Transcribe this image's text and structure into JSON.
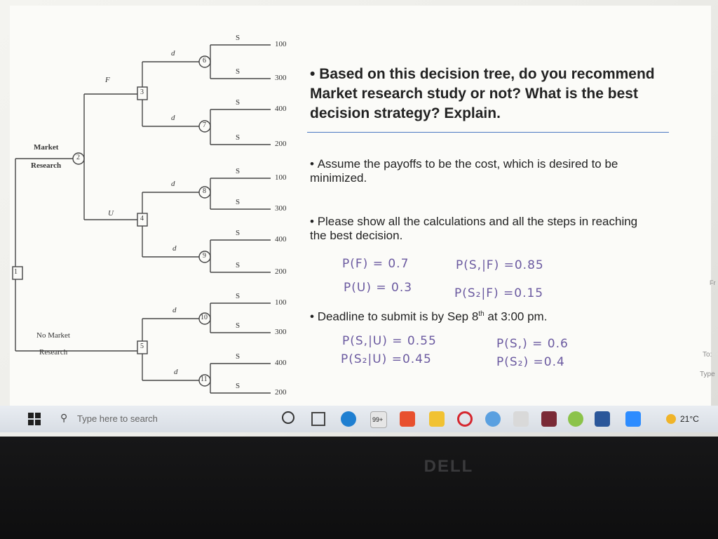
{
  "tree": {
    "decision_nodes": [
      "1",
      "3",
      "4",
      "5"
    ],
    "chance_nodes": [
      "2",
      "6",
      "7",
      "8",
      "9",
      "10",
      "11"
    ],
    "branch_labels": {
      "market": "Market",
      "research": "Research",
      "no_market": "No Market",
      "no_research": "Research",
      "f": "F",
      "u": "U",
      "d1": "d",
      "d2": "d"
    },
    "state_labels": [
      "S",
      "S",
      "S",
      "S",
      "S",
      "S",
      "S",
      "S",
      "S",
      "S",
      "S",
      "S"
    ],
    "payoffs": [
      "100",
      "300",
      "400",
      "200",
      "100",
      "300",
      "400",
      "200",
      "100",
      "300",
      "400",
      "200"
    ]
  },
  "question": {
    "line1": "Based on this decision tree, do you recommend",
    "line2": "Market research study or not? What is the best",
    "line3": "decision strategy? Explain."
  },
  "bullets": {
    "assume_1": "Assume the payoffs to be the cost, which is desired to be",
    "assume_2": "minimized.",
    "calc_1": "Please show all the calculations and all the steps in reaching",
    "calc_2": "the best decision.",
    "deadline_pre": "Deadline to submit is by Sep 8",
    "deadline_sup": "th",
    "deadline_post": " at 3:00 pm."
  },
  "handwritten": {
    "pf": "P(F) = 0.7",
    "pu": "P(U) = 0.3",
    "ps1f": "P(S,|F) =0.85",
    "ps2f": "P(S₂|F) =0.15",
    "ps1u": "P(S,|U) = 0.55",
    "ps2u": "P(S₂|U) =0.45",
    "ps1": "P(S,) = 0.6",
    "ps2": "P(S₂) =0.4"
  },
  "taskbar": {
    "search_placeholder": "Type here to search",
    "badge": "99+",
    "temperature": "21°C"
  },
  "edge_text": {
    "fr": "Fr",
    "to": "To:",
    "type": "Type"
  },
  "brand": "DELL",
  "colors": {
    "handwriting": "#6b5aa0",
    "divider": "#4a78c2"
  }
}
